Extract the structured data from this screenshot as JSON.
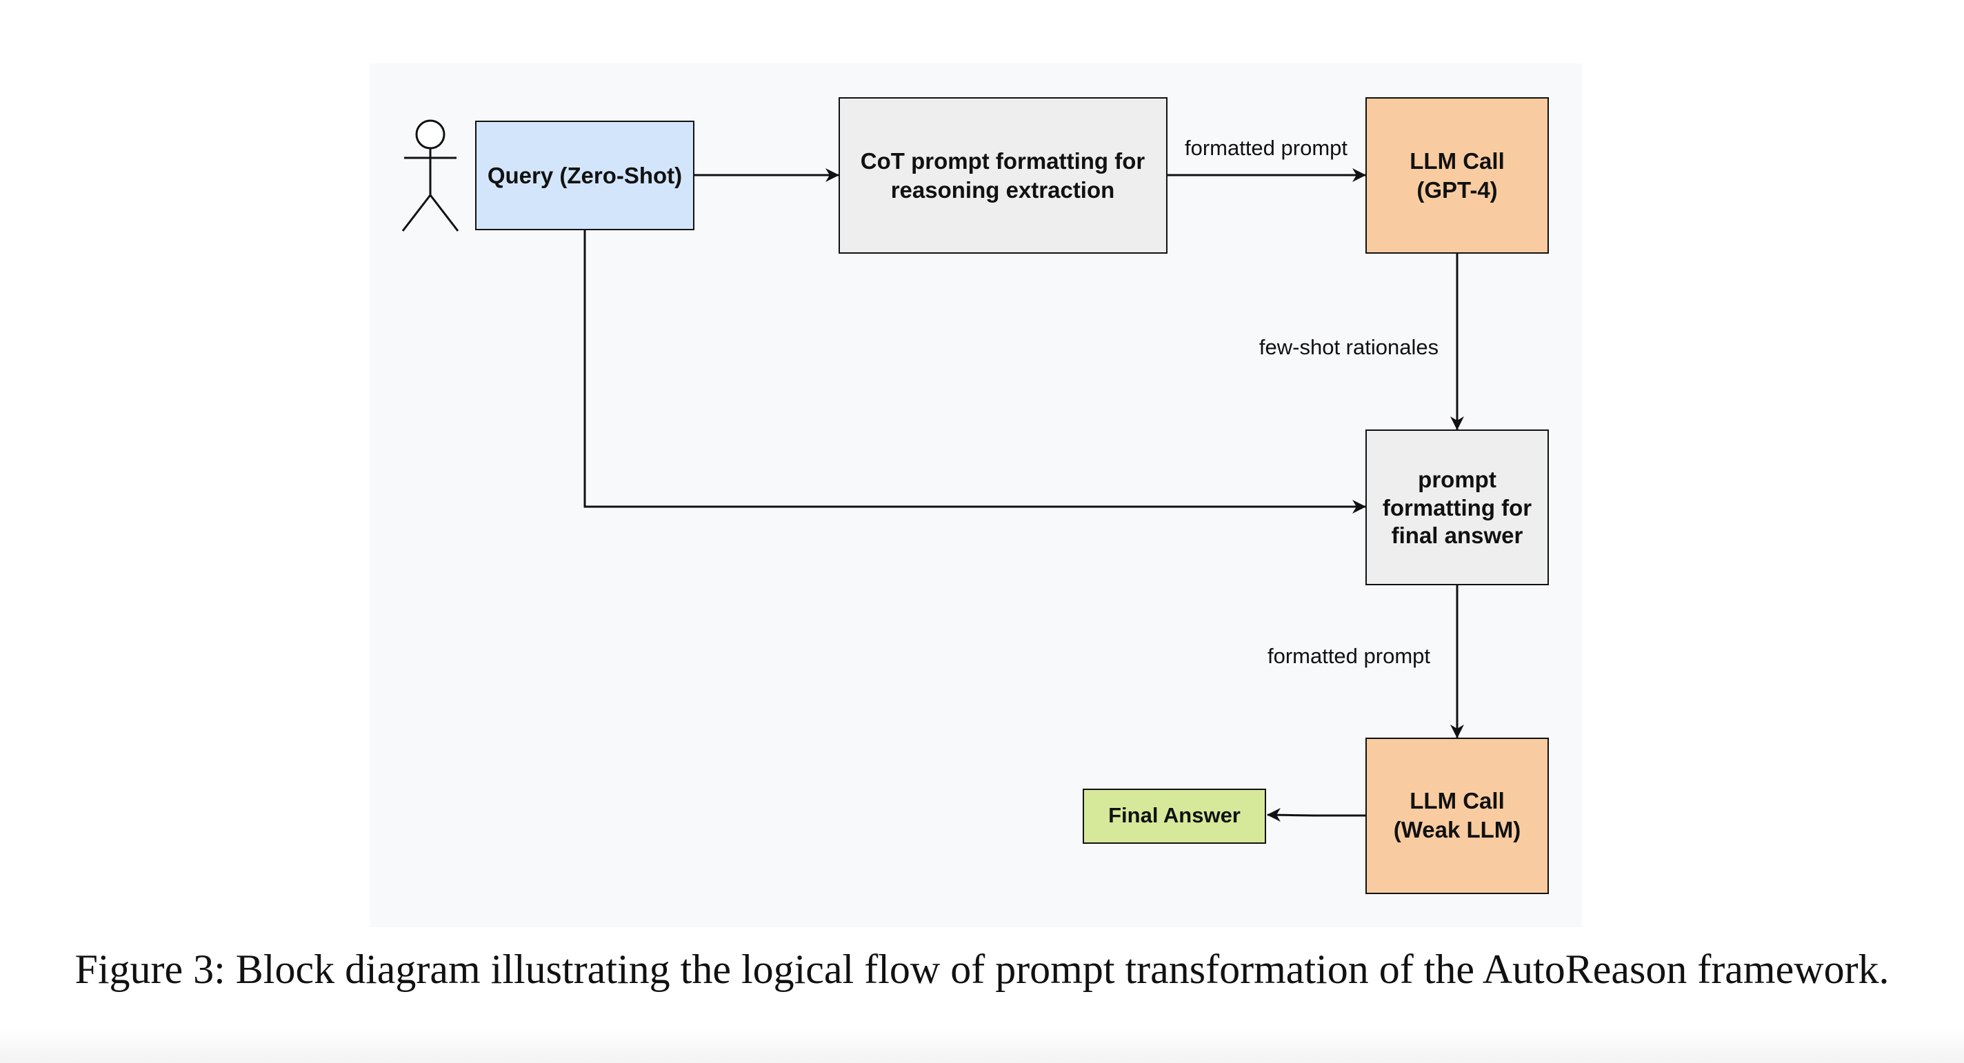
{
  "diagram": {
    "nodes": {
      "query": {
        "label": "Query (Zero-Shot)",
        "fill": "#d3e5fb"
      },
      "cot_format": {
        "lines": [
          "CoT prompt formatting for",
          "reasoning extraction"
        ],
        "fill": "#eeeeee"
      },
      "llm_gpt4": {
        "lines": [
          "LLM Call",
          "(GPT-4)"
        ],
        "fill": "#f8cca0"
      },
      "final_format": {
        "lines": [
          "prompt",
          "formatting for",
          "final answer"
        ],
        "fill": "#eeeeee"
      },
      "llm_weak": {
        "lines": [
          "LLM Call",
          "(Weak LLM)"
        ],
        "fill": "#f8cca0"
      },
      "final_answer": {
        "label": "Final Answer",
        "fill": "#d6e99a"
      }
    },
    "edges": {
      "cot_to_gpt4": "formatted prompt",
      "gpt4_to_final_format": "few-shot rationales",
      "final_format_to_weak": "formatted prompt"
    },
    "actor": "user-stick-figure-icon"
  },
  "caption": "Figure 3: Block diagram illustrating the logical flow of prompt transformation of the AutoReason framework."
}
